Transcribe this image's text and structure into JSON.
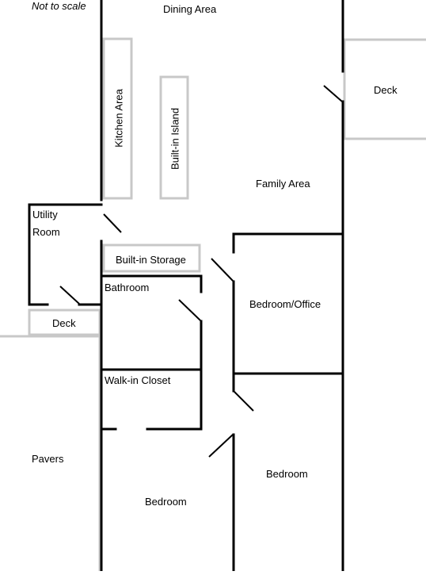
{
  "diagram": {
    "note": "Not to scale",
    "rooms": {
      "dining_area": "Dining Area",
      "kitchen_area": "Kitchen Area",
      "built_in_island": "Built-in Island",
      "deck_right": "Deck",
      "family_area": "Family Area",
      "utility_room_line1": "Utility",
      "utility_room_line2": "Room",
      "built_in_storage": "Built-in Storage",
      "bathroom": "Bathroom",
      "bedroom_office": "Bedroom/Office",
      "deck_left": "Deck",
      "walk_in_closet": "Walk-in Closet",
      "pavers": "Pavers",
      "bedroom_right": "Bedroom",
      "bedroom_bottom": "Bedroom"
    },
    "colors": {
      "wall": "#000000",
      "fixture_outline": "#c8c8c8",
      "background": "#ffffff"
    }
  }
}
